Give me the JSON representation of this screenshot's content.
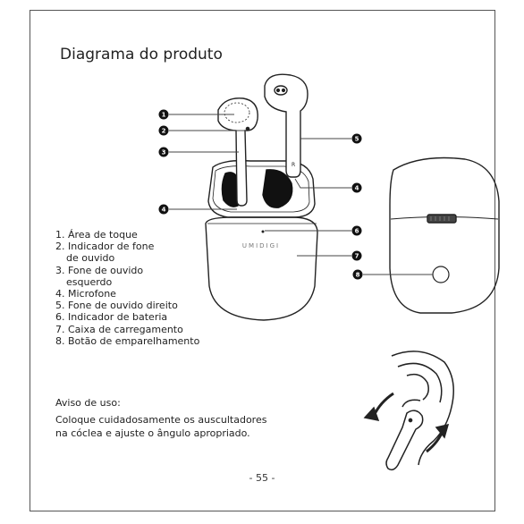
{
  "title": "Diagrama do produto",
  "legend": [
    {
      "text": "1. Área de toque"
    },
    {
      "text": "2. Indicador de fone"
    },
    {
      "text": "de ouvido",
      "indent": true
    },
    {
      "text": "3. Fone de ouvido"
    },
    {
      "text": "esquerdo",
      "indent": true
    },
    {
      "text": "4. Microfone"
    },
    {
      "text": "5. Fone de ouvido direito"
    },
    {
      "text": "6. Indicador de bateria"
    },
    {
      "text": "7. Caixa de carregamento"
    },
    {
      "text": "8. Botão de emparelhamento"
    }
  ],
  "notice": {
    "heading": "Aviso de uso:",
    "line1": "Coloque cuidadosamente os auscultadores",
    "line2": "na cóclea e ajuste o ângulo apropriado."
  },
  "callouts": [
    "1",
    "2",
    "3",
    "4",
    "5",
    "4",
    "6",
    "7",
    "8"
  ],
  "illustration": {
    "case_brand": "UMIDIGI",
    "right_marker": "R"
  },
  "page_number": "- 55 -"
}
